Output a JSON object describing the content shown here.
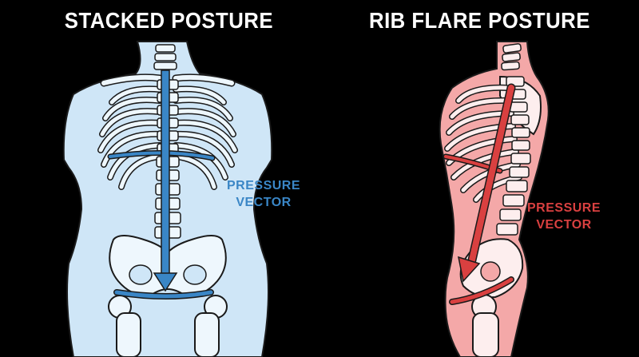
{
  "panels": [
    {
      "title": "STACKED POSTURE",
      "vector_label_line1": "PRESSURE",
      "vector_label_line2": "VECTOR"
    },
    {
      "title": "RIB FLARE POSTURE",
      "vector_label_line1": "PRESSURE",
      "vector_label_line2": "VECTOR"
    }
  ],
  "colors": {
    "background": "#000000",
    "stacked_body": "#cfe6f7",
    "stacked_bone": "#eef7fd",
    "stacked_accent": "#3a86c6",
    "flare_body": "#f4a8a8",
    "flare_bone": "#fdeeee",
    "flare_accent": "#d94040"
  },
  "icons": [
    "skeleton-front-view",
    "skeleton-side-view",
    "arrow-down",
    "arrow-diagonal"
  ]
}
